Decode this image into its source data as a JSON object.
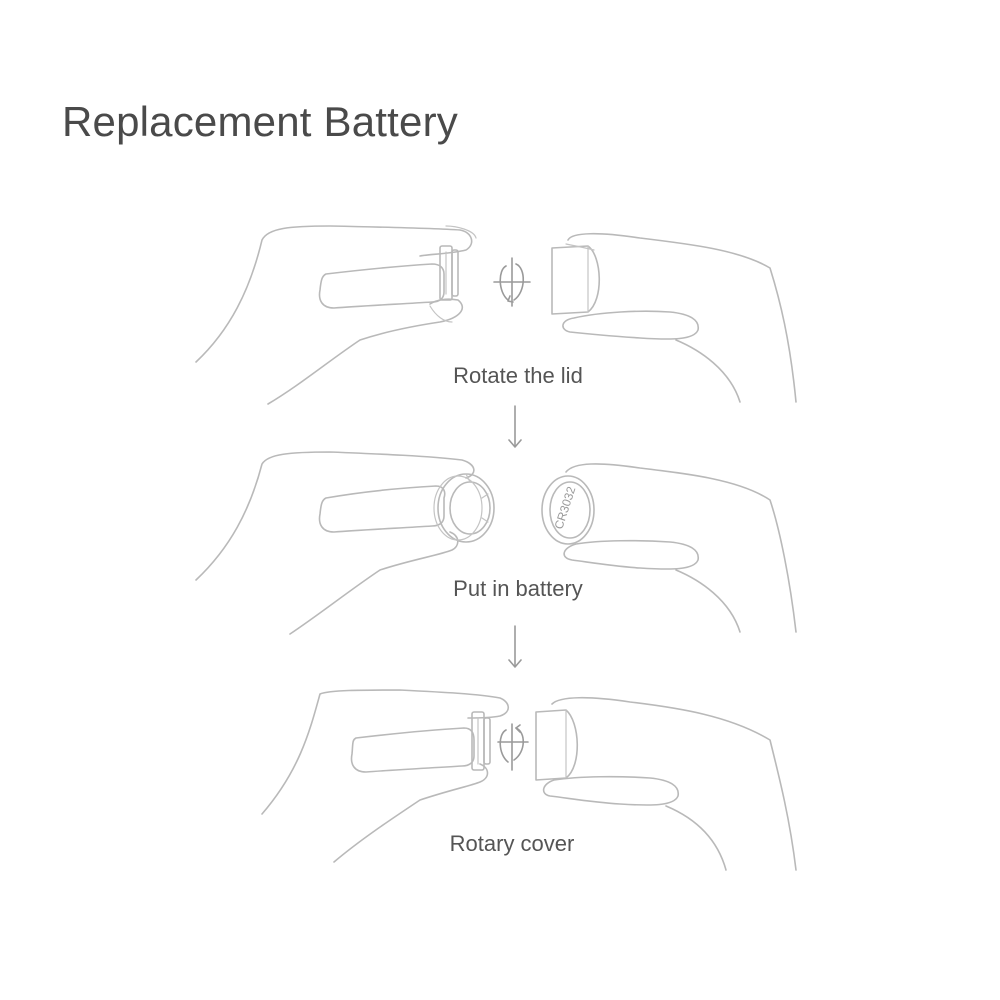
{
  "title": "Replacement Battery",
  "steps": [
    {
      "caption": "Rotate the lid"
    },
    {
      "caption": "Put in battery"
    },
    {
      "caption": "Rotary cover"
    }
  ],
  "battery_label": "CR3032",
  "colors": {
    "title": "#4a4a4a",
    "caption": "#555555",
    "line_art": "#b9b9b9",
    "arrow": "#9a9a9a",
    "background": "#ffffff"
  },
  "icons": [
    "down-arrow-icon",
    "rotate-arrow-icon"
  ]
}
